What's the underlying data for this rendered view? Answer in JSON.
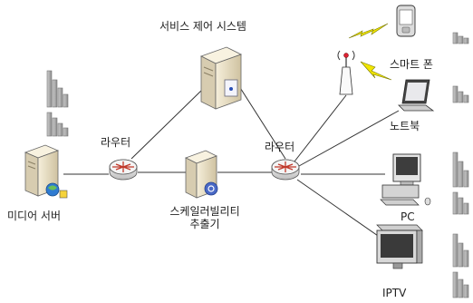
{
  "nodes": {
    "control_system": "서비스 제어 시스템",
    "router_left": "라우터",
    "router_right": "라우터",
    "media_server": "미디어 서버",
    "scalability_extractor_line1": "스케일러빌리티",
    "scalability_extractor_line2": "추출기",
    "smartphone": "스마트 폰",
    "notebook": "노트북",
    "pc": "PC",
    "iptv": "IPTV"
  },
  "colors": {
    "line": "#333333",
    "server_body": "#ece3c8",
    "router_body": "#e6e6e6",
    "router_arrow": "#c0392b",
    "signal": "#f2e600",
    "bars": "#a9a9a9"
  },
  "icons": [
    "server-icon",
    "router-icon",
    "smartphone-icon",
    "notebook-icon",
    "pc-icon",
    "tv-icon",
    "antenna-icon",
    "lightning-icon",
    "bar-chart-icon"
  ]
}
